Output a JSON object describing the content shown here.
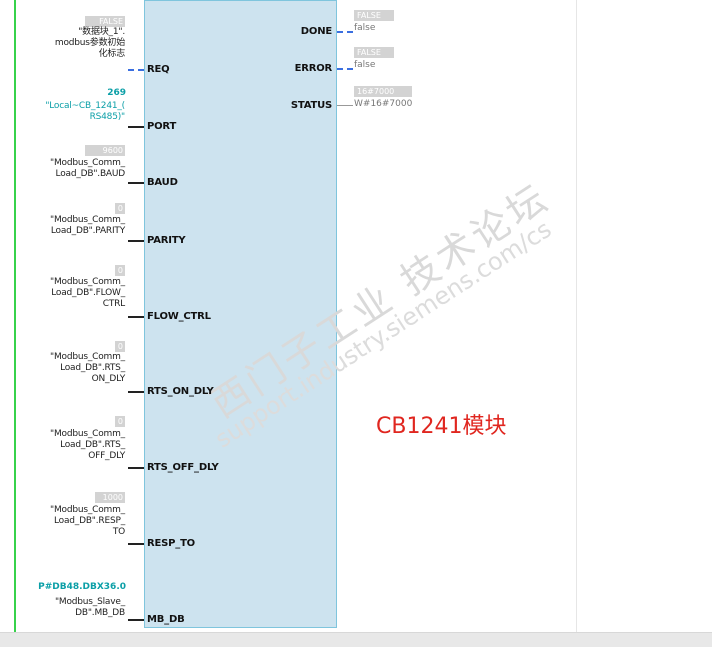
{
  "inputs": [
    {
      "pin": "REQ",
      "value": "FALSE",
      "param": "\"数据块_1\".\nmodbus参数初始\n化标志",
      "dashed": true
    },
    {
      "pin": "PORT",
      "value": "269",
      "param": "\"Local~CB_1241_(\nRS485)\"",
      "teal": true
    },
    {
      "pin": "BAUD",
      "value": "9600",
      "param": "\"Modbus_Comm_\nLoad_DB\".BAUD"
    },
    {
      "pin": "PARITY",
      "value": "0",
      "param": "\"Modbus_Comm_\nLoad_DB\".PARITY"
    },
    {
      "pin": "FLOW_CTRL",
      "value": "0",
      "param": "\"Modbus_Comm_\nLoad_DB\".FLOW_\nCTRL"
    },
    {
      "pin": "RTS_ON_DLY",
      "value": "0",
      "param": "\"Modbus_Comm_\nLoad_DB\".RTS_\nON_DLY"
    },
    {
      "pin": "RTS_OFF_DLY",
      "value": "0",
      "param": "\"Modbus_Comm_\nLoad_DB\".RTS_\nOFF_DLY"
    },
    {
      "pin": "RESP_TO",
      "value": "1000",
      "param": "\"Modbus_Comm_\nLoad_DB\".RESP_\nTO"
    },
    {
      "pin": "MB_DB",
      "value": "P#DB48.DBX36.0",
      "param": "\"Modbus_Slave_\nDB\".MB_DB",
      "teal": true
    }
  ],
  "outputs": [
    {
      "pin": "DONE",
      "value": "FALSE",
      "live": "false"
    },
    {
      "pin": "ERROR",
      "value": "FALSE",
      "live": "false"
    },
    {
      "pin": "STATUS",
      "value": "16#7000",
      "live": "W#16#7000"
    }
  ],
  "annotation": "CB1241模块",
  "watermark": {
    "line1": "西门子工业 技术论坛",
    "line2": "support.industry.siemens.com/cs"
  },
  "colors": {
    "block_fill": "#cde3ef",
    "block_border": "#7fc5dd",
    "power_rail": "#37d24b",
    "annotation": "#e0261f",
    "teal": "#0b9fa7"
  }
}
